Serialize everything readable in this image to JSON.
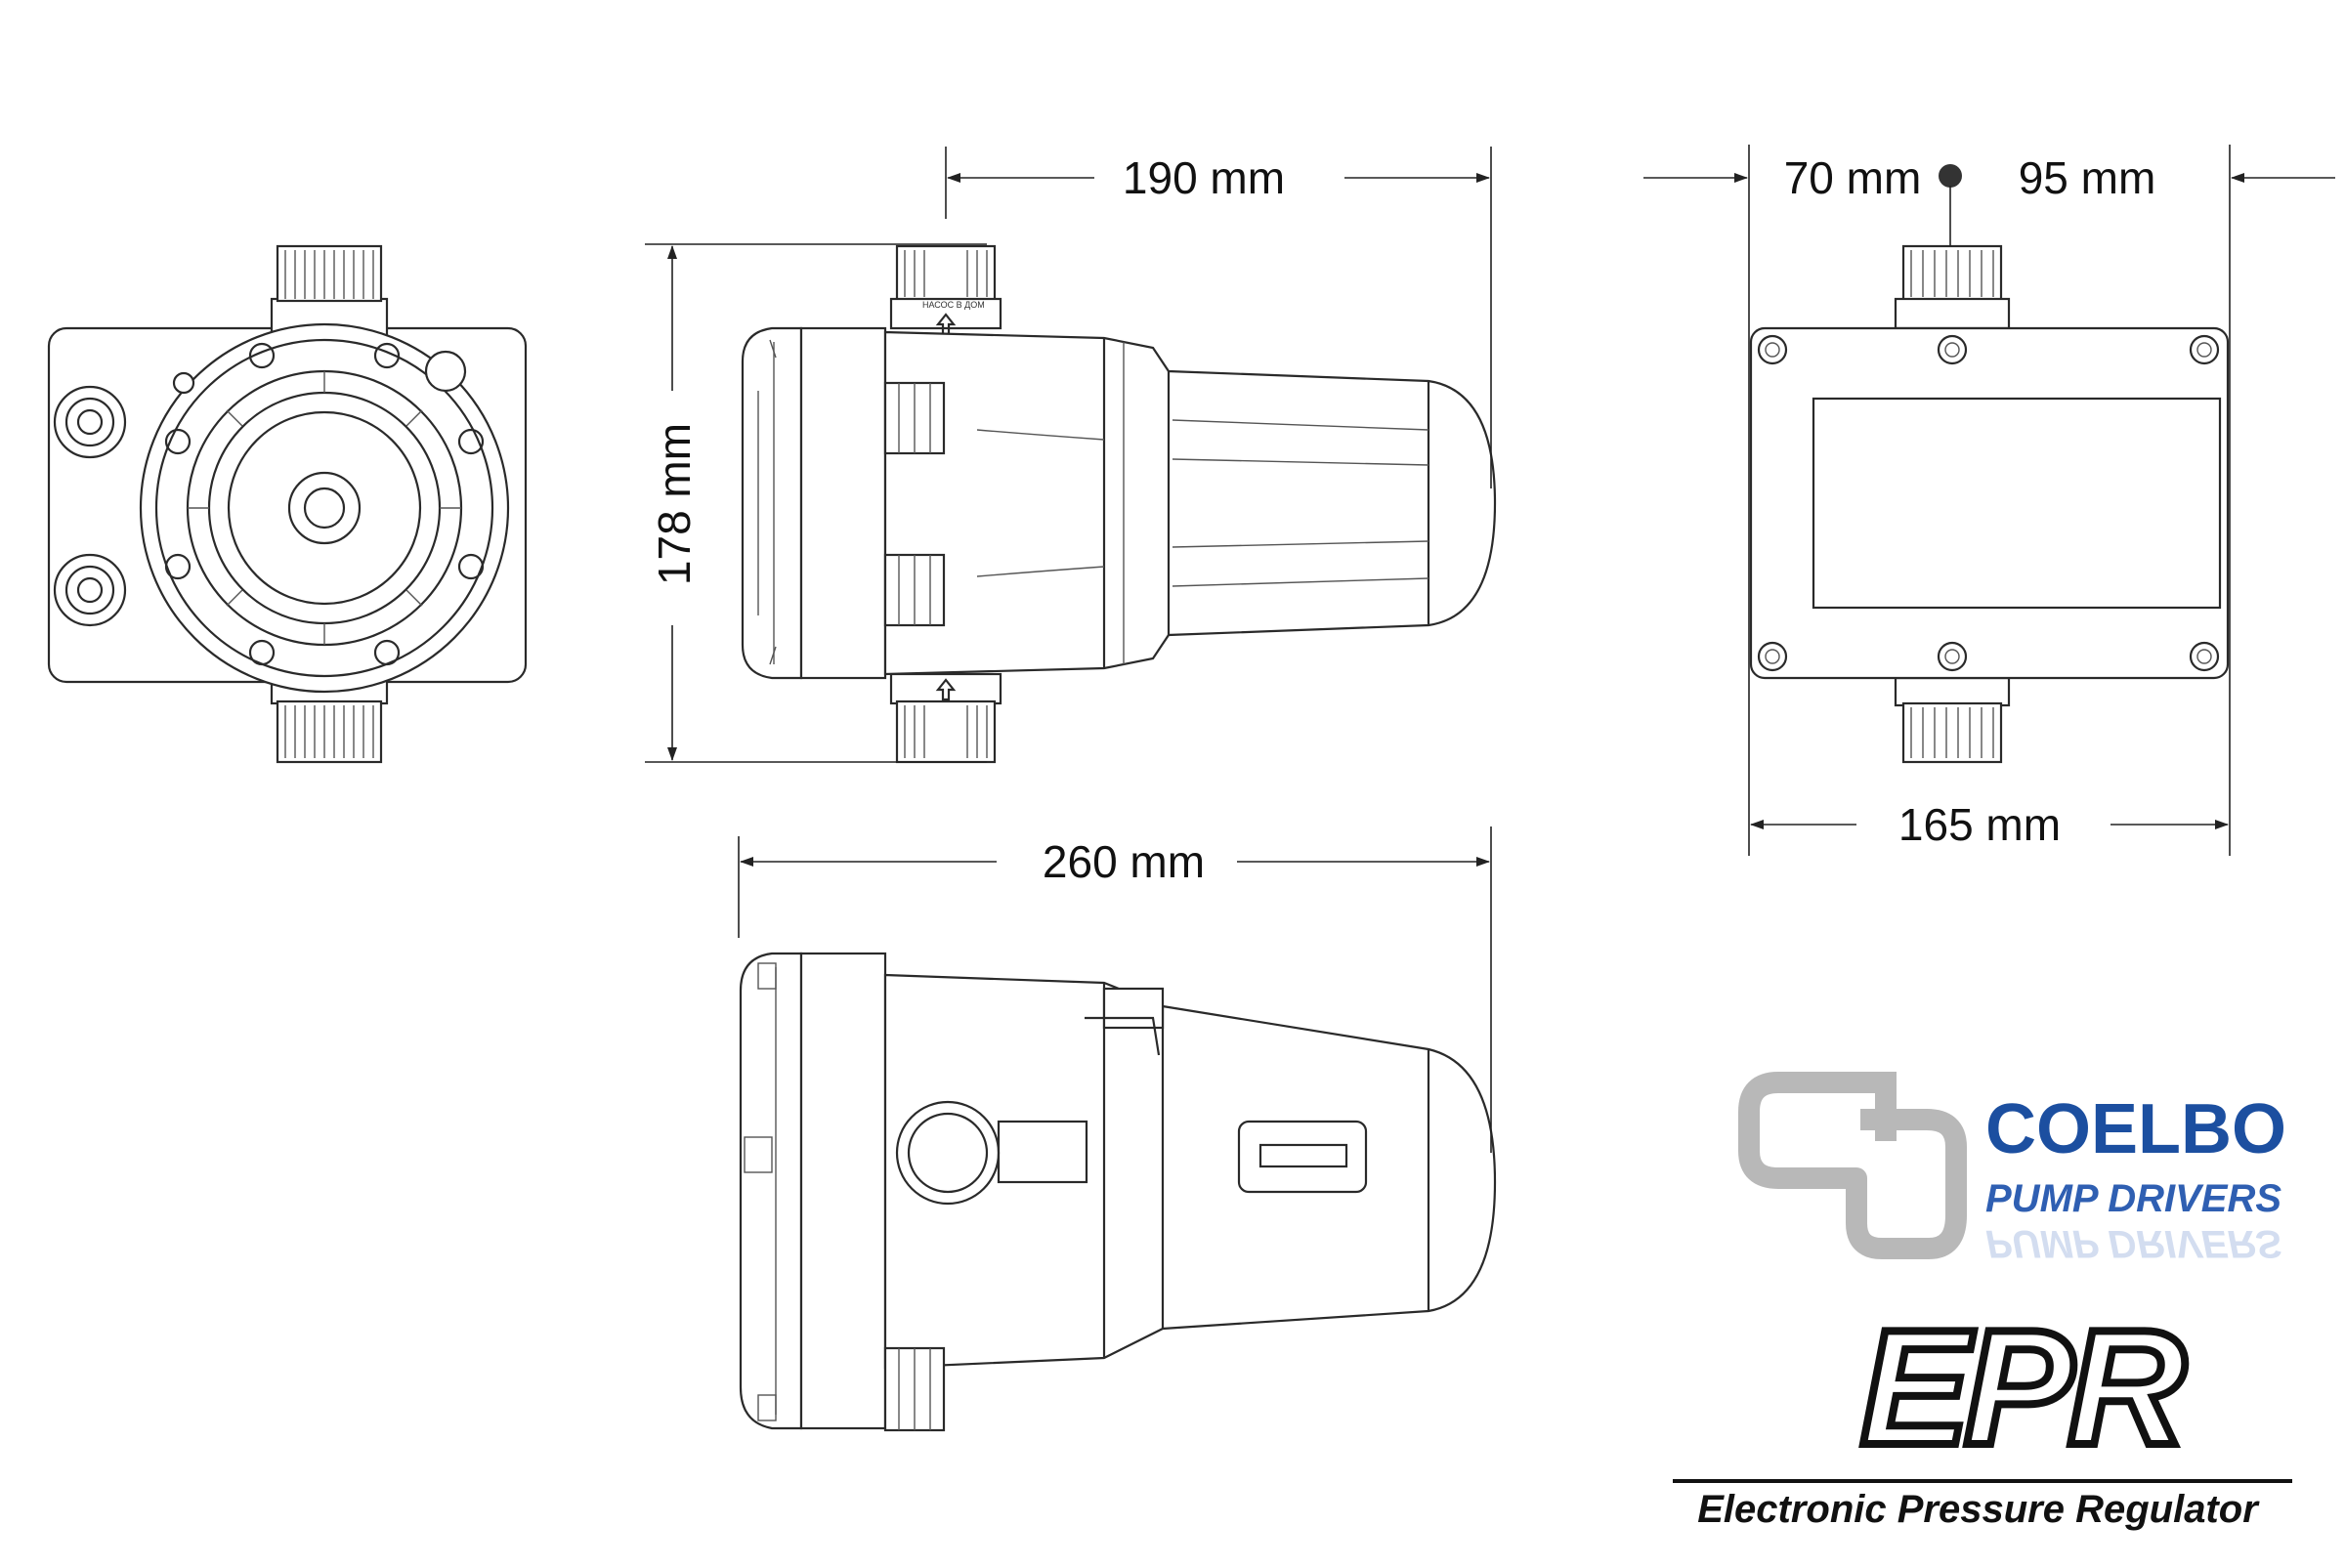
{
  "dimensions": {
    "width_side": "190 mm",
    "height": "178 mm",
    "depth_front": "70 mm",
    "depth_back": "95 mm",
    "width_top": "165 mm",
    "length": "260 mm"
  },
  "inlet_label": "НАСОС В ДОМ",
  "brand": {
    "name": "COELBO",
    "tagline": "PUMP DRIVERS",
    "product": "EPR",
    "product_full": "Electronic Pressure Regulator"
  },
  "colors": {
    "brand_blue": "#1c4fa0",
    "logo_grey": "#b8b8b8",
    "line": "#2a2a2a"
  }
}
